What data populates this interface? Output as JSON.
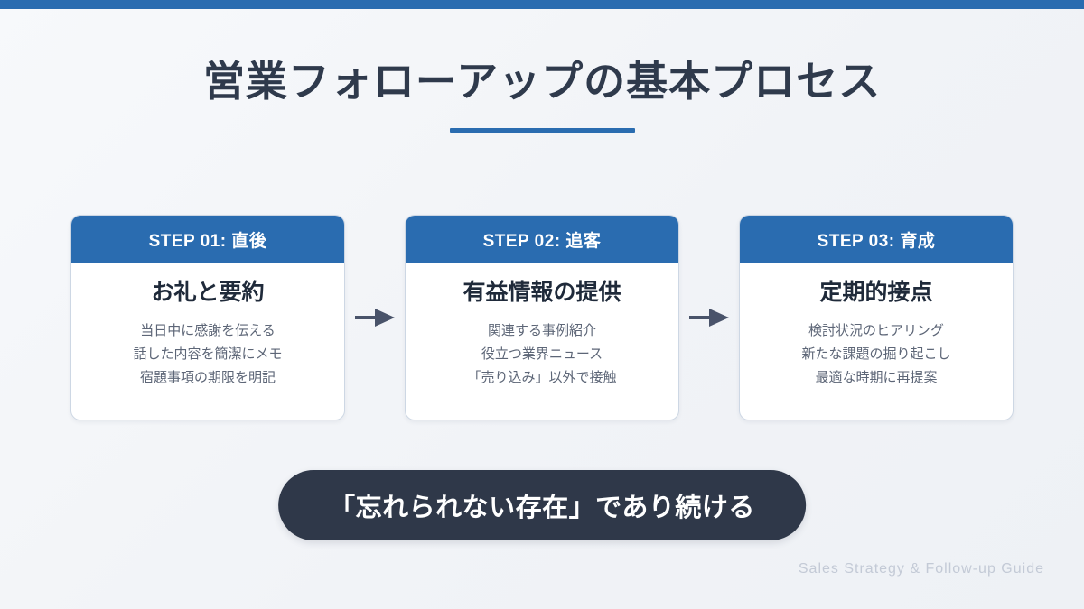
{
  "theme": {
    "accent_blue": "#2a6cb0",
    "dark_navy": "#2f3849",
    "heading_navy": "#1f2a3a",
    "body_gray": "#5d6677",
    "background": "#f2f4f7",
    "card_border": "#cdd7e4",
    "footer_gray": "#c3cad6"
  },
  "title": {
    "text": "営業フォローアップの基本プロセス"
  },
  "steps": [
    {
      "header": "STEP 01: 直後",
      "heading": "お礼と要約",
      "details": [
        "当日中に感謝を伝える",
        "話した内容を簡潔にメモ",
        "宿題事項の期限を明記"
      ]
    },
    {
      "header": "STEP 02: 追客",
      "heading": "有益情報の提供",
      "details": [
        "関連する事例紹介",
        "役立つ業界ニュース",
        "「売り込み」以外で接触"
      ]
    },
    {
      "header": "STEP 03: 育成",
      "heading": "定期的接点",
      "details": [
        "検討状況のヒアリング",
        "新たな課題の掘り起こし",
        "最適な時期に再提案"
      ]
    }
  ],
  "banner": {
    "text": "「忘れられない存在」であり続ける"
  },
  "footer": {
    "text": "Sales Strategy & Follow-up Guide"
  }
}
